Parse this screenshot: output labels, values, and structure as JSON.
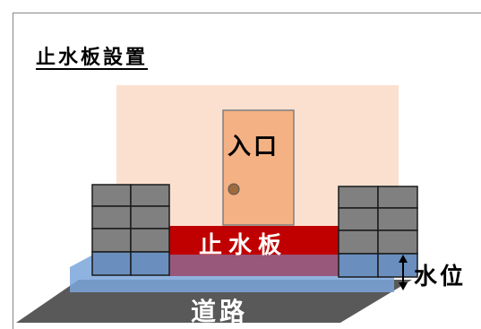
{
  "title": "止水板設置",
  "labels": {
    "entrance": "入口",
    "barrier": "止水板",
    "water_level": "水位",
    "road": "道路"
  },
  "colors": {
    "wall_background": "#fbe0d0",
    "door": "#f4b183",
    "door_border": "#7f7f7f",
    "door_knob": "#9e6b3e",
    "barrier": "#c00000",
    "water": "#7aa6dc",
    "road": "#595959",
    "brick": "#808080",
    "brick_border": "#1a1a1a"
  },
  "icons": {
    "water_level_arrow": "double-vertical-arrow-icon"
  }
}
